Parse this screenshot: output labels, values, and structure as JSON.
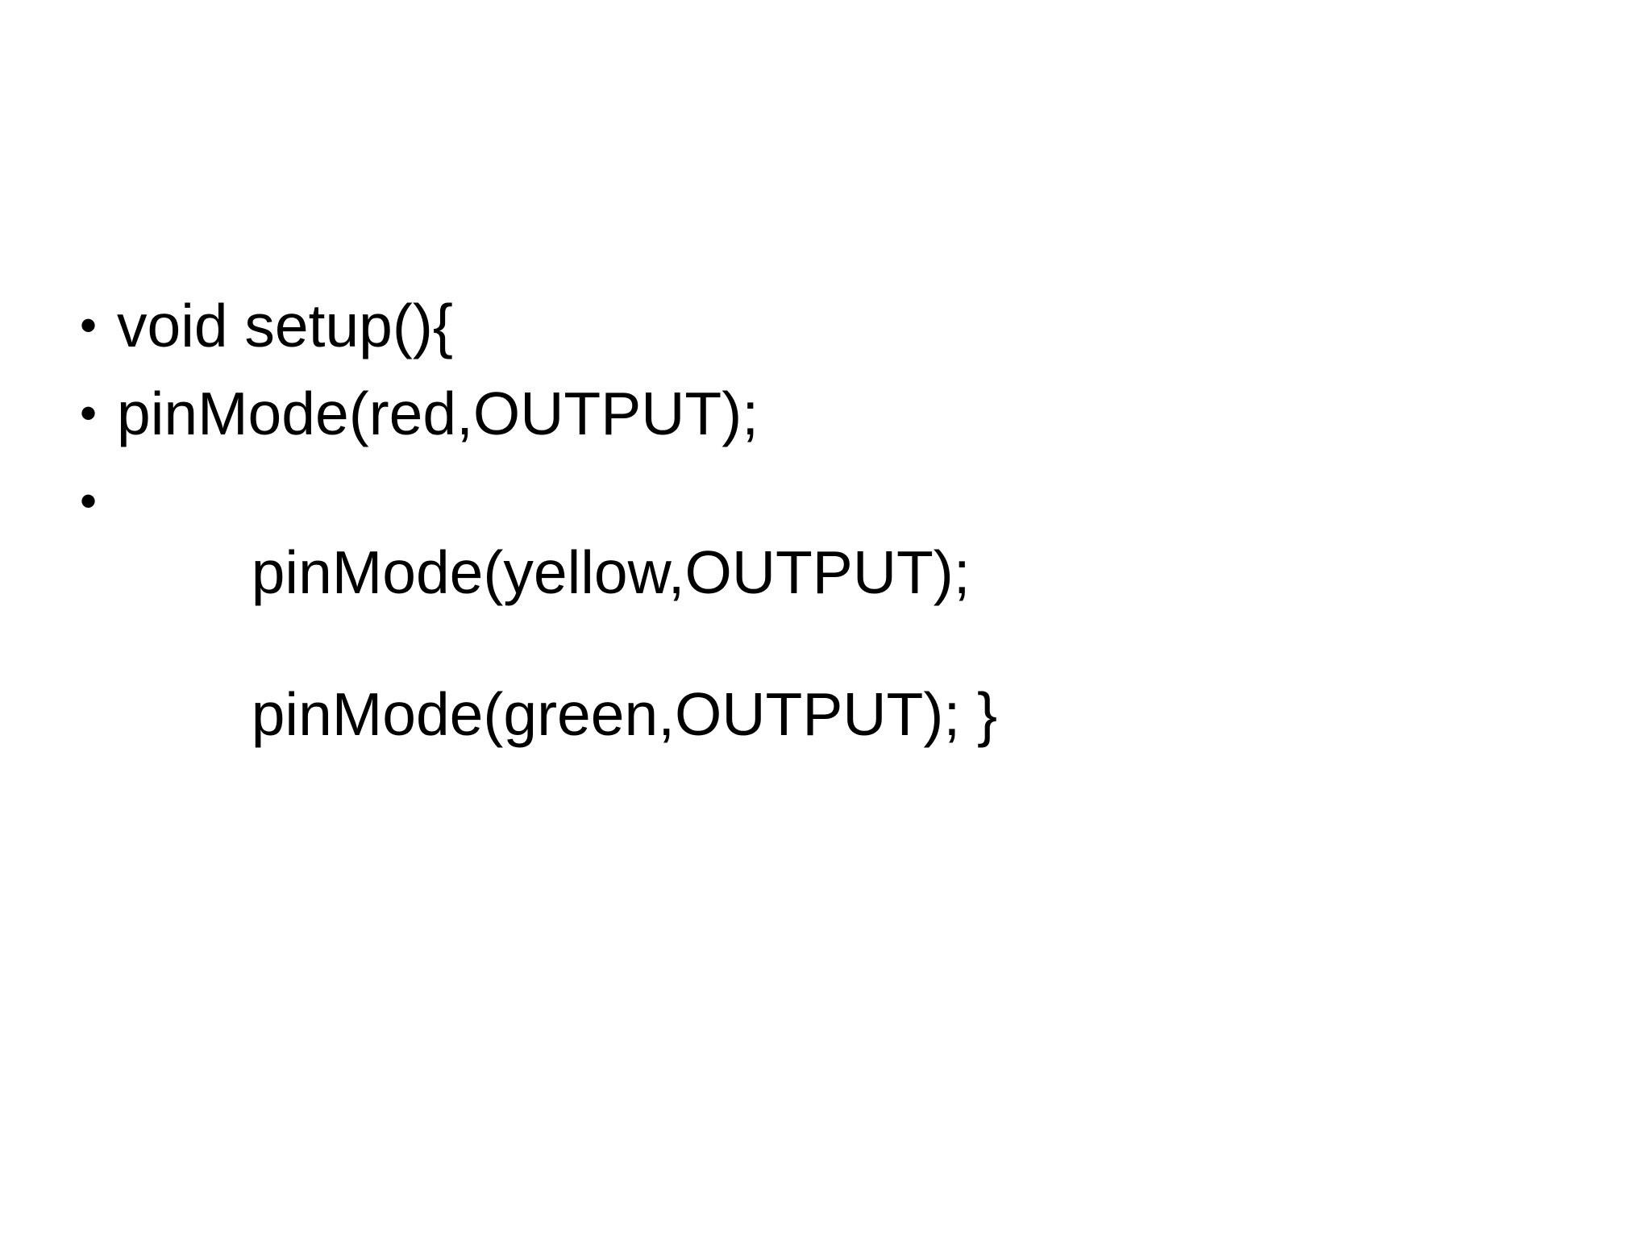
{
  "slide": {
    "background_color": "#ffffff",
    "text_color": "#000000",
    "bullet_char": "•",
    "bullets": [
      {
        "lines": [
          "void setup(){"
        ]
      },
      {
        "lines": [
          "pinMode(red,OUTPUT);"
        ]
      },
      {
        "lines": [
          "pinMode(yellow,OUTPUT);",
          "pinMode(green,OUTPUT); }"
        ]
      }
    ]
  }
}
